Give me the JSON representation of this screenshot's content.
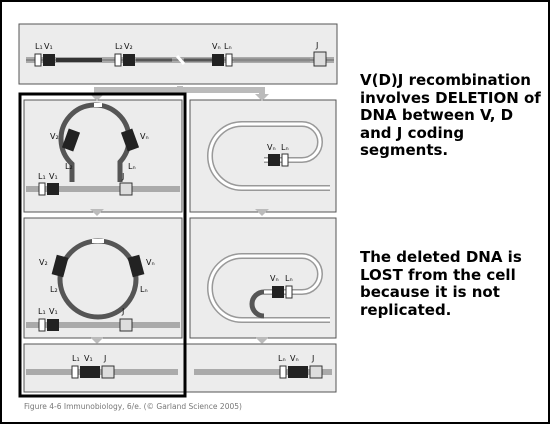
{
  "text_blocks": {
    "top": "V(D)J recombination involves DELETION of DNA between V, D and J coding segments.",
    "bottom": "The deleted DNA is LOST from the cell because it is not replicated."
  },
  "figure": {
    "caption": "Figure 4-6 Immunobiology, 6/e. (© Garland Science 2005)",
    "labels": {
      "l1": "L₁",
      "v1": "V₁",
      "l2": "L₂",
      "v2": "V₂",
      "ln": "Lₙ",
      "vn": "Vₙ",
      "j": "J"
    }
  }
}
